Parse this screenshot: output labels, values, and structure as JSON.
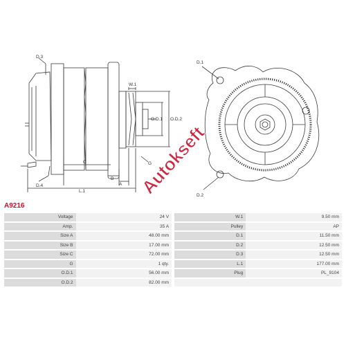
{
  "part_code": "A9216",
  "watermark": "Autokseft",
  "labels": {
    "d3": "D.3",
    "d4": "D.4",
    "c": "C",
    "b": "B",
    "a": "A",
    "l1": "L.1",
    "w1": "W.1",
    "od1": "O.D.1",
    "od2": "O.D.2",
    "g": "G",
    "d1": "D.1",
    "d2": "D.2"
  },
  "specs": [
    {
      "l_label": "Voltage",
      "l_value": "24 V",
      "r_label": "W.1",
      "r_value": "9.50 mm"
    },
    {
      "l_label": "Amp.",
      "l_value": "35 A",
      "r_label": "Pulley",
      "r_value": "AP"
    },
    {
      "l_label": "Size A",
      "l_value": "48.00 mm",
      "r_label": "D.1",
      "r_value": "11.50 mm"
    },
    {
      "l_label": "Size B",
      "l_value": "17.00 mm",
      "r_label": "D.2",
      "r_value": "12.50 mm"
    },
    {
      "l_label": "Size C",
      "l_value": "72.00 mm",
      "r_label": "D.3",
      "r_value": "12.50 mm"
    },
    {
      "l_label": "G",
      "l_value": "1 qty.",
      "r_label": "L.1",
      "r_value": "177.00 mm"
    },
    {
      "l_label": "O.D.1",
      "l_value": "56.00 mm",
      "r_label": "Plug",
      "r_value": "PL_9104"
    },
    {
      "l_label": "O.D.2",
      "l_value": "82.00 mm",
      "r_label": "",
      "r_value": ""
    }
  ],
  "colors": {
    "accent": "#c8102e",
    "line": "#3a3a3a",
    "label_cell": "#dcdcdc",
    "value_cell": "#f2f2f2"
  }
}
